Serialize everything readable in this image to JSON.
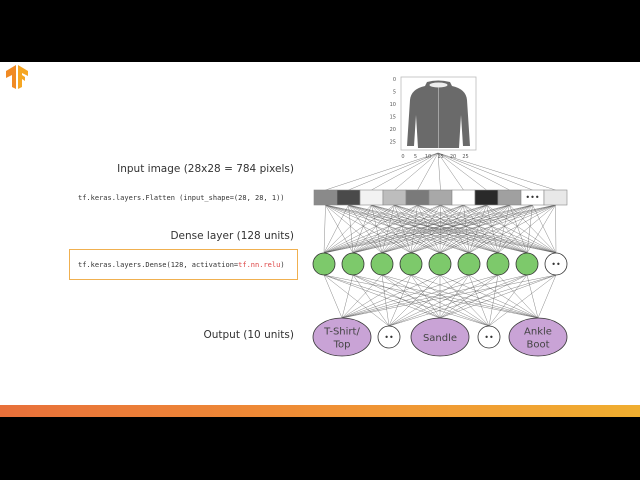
{
  "slide": {
    "labels": {
      "input": "Input image (28x28 = 784 pixels)",
      "dense": "Dense layer (128 units)",
      "output": "Output (10 units)"
    },
    "code": {
      "flatten": "tf.keras.layers.Flatten (input_shape=(28, 28, 1))",
      "dense_prefix": "tf.keras.layers.Dense(128, activation=",
      "dense_activation": "tf.nn.relu",
      "dense_suffix": ")"
    },
    "logo": "tensorflow-logo",
    "colors": {
      "accent_box": "#f0b050",
      "activation_text": "#dd4444",
      "hidden_node": "#7dc96b",
      "output_node": "#c9a3d6",
      "bar_start": "#e8703a",
      "bar_end": "#f0ae30"
    }
  },
  "image_preview": {
    "subject": "jacket",
    "y_ticks": [
      "0",
      "5",
      "10",
      "15",
      "20",
      "25"
    ],
    "x_ticks": [
      "0",
      "5",
      "10",
      "15",
      "20",
      "25"
    ]
  },
  "network": {
    "input_cells": [
      "#8a8a8a",
      "#4a4a4a",
      "#f2f2f2",
      "#bdbdbd",
      "#7a7a7a",
      "#a8a8a8",
      "#ffffff",
      "#2a2a2a",
      "#a0a0a0",
      "ellipsis",
      "#e8e8e8"
    ],
    "input_ellipsis": "•••",
    "hidden_nodes": 8,
    "hidden_ellipsis": "••",
    "outputs": [
      {
        "label": [
          "T-Shirt/",
          "Top"
        ],
        "kind": "class"
      },
      {
        "label": [
          "••"
        ],
        "kind": "ellipsis"
      },
      {
        "label": [
          "Sandle"
        ],
        "kind": "class"
      },
      {
        "label": [
          "••"
        ],
        "kind": "ellipsis"
      },
      {
        "label": [
          "Ankle",
          "Boot"
        ],
        "kind": "class"
      }
    ]
  }
}
